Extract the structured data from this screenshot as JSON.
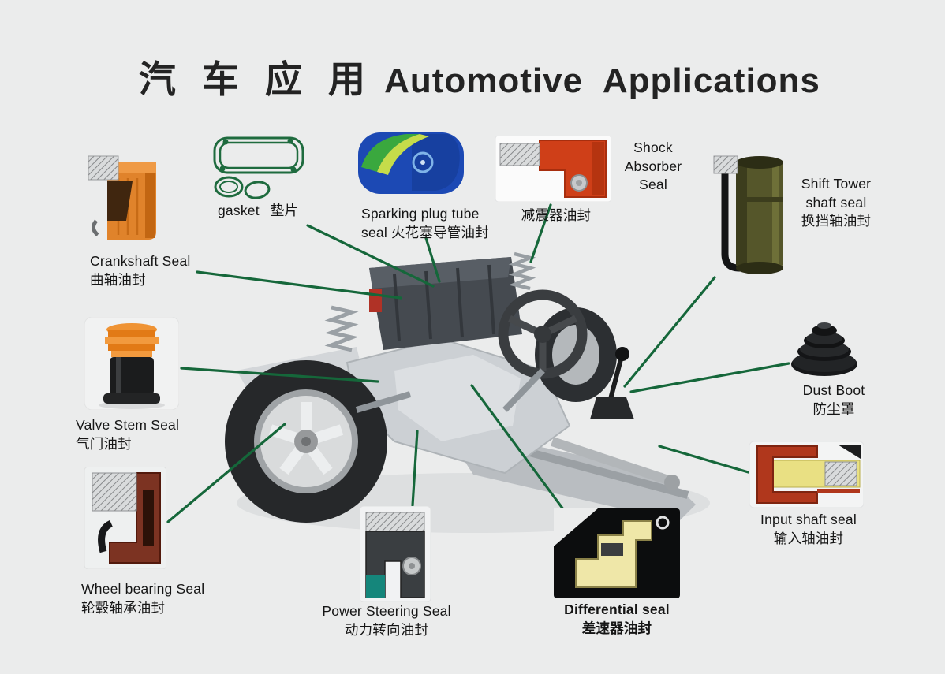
{
  "title": {
    "zh": "汽 车 应 用",
    "en": "Automotive  Applications"
  },
  "colors": {
    "background": "#ebecec",
    "connector_green": "#15673a",
    "title_text": "#232323"
  },
  "callouts": {
    "crankshaft": {
      "en": "Crankshaft Seal",
      "zh": "曲轴油封"
    },
    "gasket": {
      "en": "gasket",
      "zh": "垫片"
    },
    "sparking_plug": {
      "en": "Sparking plug tube seal",
      "zh": "火花塞导管油封"
    },
    "shock_absorber": {
      "en": "Shock Absorber Seal",
      "zh": "减震器油封"
    },
    "shift_tower": {
      "en": "Shift Tower shaft seal",
      "zh": "换挡轴油封"
    },
    "dust_boot": {
      "en": "Dust Boot",
      "zh": "防尘罩"
    },
    "input_shaft": {
      "en": "Input shaft seal",
      "zh": "输入轴油封"
    },
    "differential": {
      "en": "Differential seal",
      "zh": "差速器油封"
    },
    "power_steering": {
      "en": "Power Steering Seal",
      "zh": "动力转向油封"
    },
    "wheel_bearing": {
      "en": "Wheel bearing Seal",
      "zh": "轮毂轴承油封"
    },
    "valve_stem": {
      "en": "Valve Stem Seal",
      "zh": "气门油封"
    }
  }
}
